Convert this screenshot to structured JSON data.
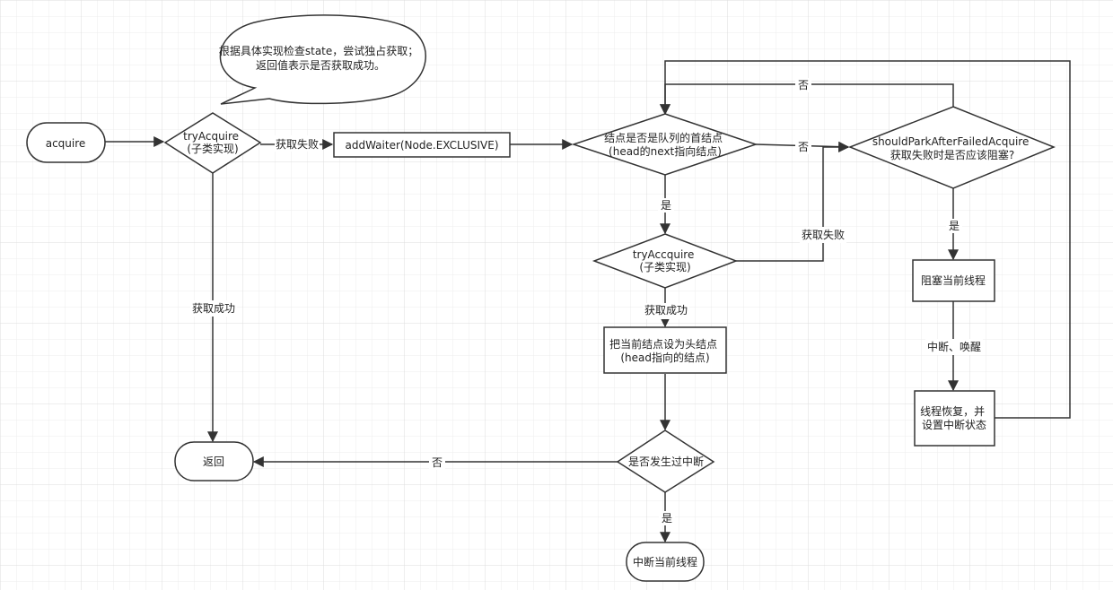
{
  "nodes": {
    "acquire": {
      "label": [
        "acquire"
      ]
    },
    "try_acquire_1": {
      "label": [
        "tryAcquire",
        "(子类实现)"
      ]
    },
    "add_waiter": {
      "label": [
        "addWaiter(Node.EXCLUSIVE)"
      ]
    },
    "is_first_node": {
      "label": [
        "结点是否是队列的首结点",
        "(head的next指向结点)"
      ]
    },
    "should_park": {
      "label": [
        "shouldParkAfterFailedAcquire",
        "获取失败时是否应该阻塞?"
      ]
    },
    "try_acquire_2": {
      "label": [
        "tryAccquire",
        "(子类实现)"
      ]
    },
    "block_thread": {
      "label": [
        "阻塞当前线程"
      ]
    },
    "set_head": {
      "label": [
        "把当前结点设为头结点",
        "(head指向的结点)"
      ]
    },
    "thread_resume": {
      "label": [
        "线程恢复，并",
        "设置中断状态"
      ]
    },
    "interrupted_check": {
      "label": [
        "是否发生过中断"
      ]
    },
    "return": {
      "label": [
        "返回"
      ]
    },
    "interrupt_current": {
      "label": [
        "中断当前线程"
      ]
    },
    "note_bubble": {
      "label": [
        "根据具体实现检查state，尝试独占获取；",
        "返回值表示是否获取成功。"
      ]
    }
  },
  "edges": {
    "acquire_fail": "获取失败",
    "acquire_success": "获取成功",
    "first_no": "否",
    "first_yes": "是",
    "try2_fail": "获取失败",
    "try2_success": "获取成功",
    "park_no": "否",
    "park_yes": "是",
    "interrupt_wake": "中断、唤醒",
    "interrupted_no": "否",
    "interrupted_yes": "是"
  },
  "colors": {
    "grid": "#e6e6e6",
    "stroke": "#333333",
    "text": "#222222",
    "background": "#ffffff"
  }
}
